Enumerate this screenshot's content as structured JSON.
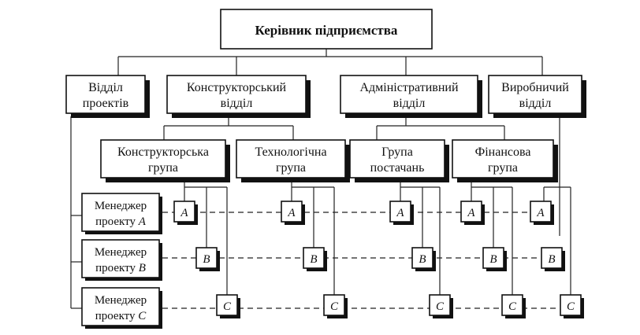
{
  "head": {
    "label": "Керівник підприємства"
  },
  "departments": [
    {
      "id": "projects",
      "lines": [
        "Відділ",
        "проектів"
      ]
    },
    {
      "id": "design",
      "lines": [
        "Конструкторський",
        "відділ"
      ]
    },
    {
      "id": "admin",
      "lines": [
        "Адміністративний",
        "відділ"
      ]
    },
    {
      "id": "production",
      "lines": [
        "Виробничий",
        "відділ"
      ]
    }
  ],
  "groups": [
    {
      "id": "design-group",
      "lines": [
        "Конструкторська",
        "група"
      ]
    },
    {
      "id": "tech-group",
      "lines": [
        "Технологічна",
        "група"
      ]
    },
    {
      "id": "supply-group",
      "lines": [
        "Група",
        "постачань"
      ]
    },
    {
      "id": "finance-group",
      "lines": [
        "Фінансова",
        "група"
      ]
    }
  ],
  "managers": [
    {
      "id": "a",
      "line1": "Менеджер",
      "line2_prefix": "проекту ",
      "letter": "A"
    },
    {
      "id": "b",
      "line1": "Менеджер",
      "line2_prefix": "проекту ",
      "letter": "B"
    },
    {
      "id": "c",
      "line1": "Менеджер",
      "line2_prefix": "проекту ",
      "letter": "C"
    }
  ],
  "cell_letters": [
    "A",
    "B",
    "C"
  ]
}
